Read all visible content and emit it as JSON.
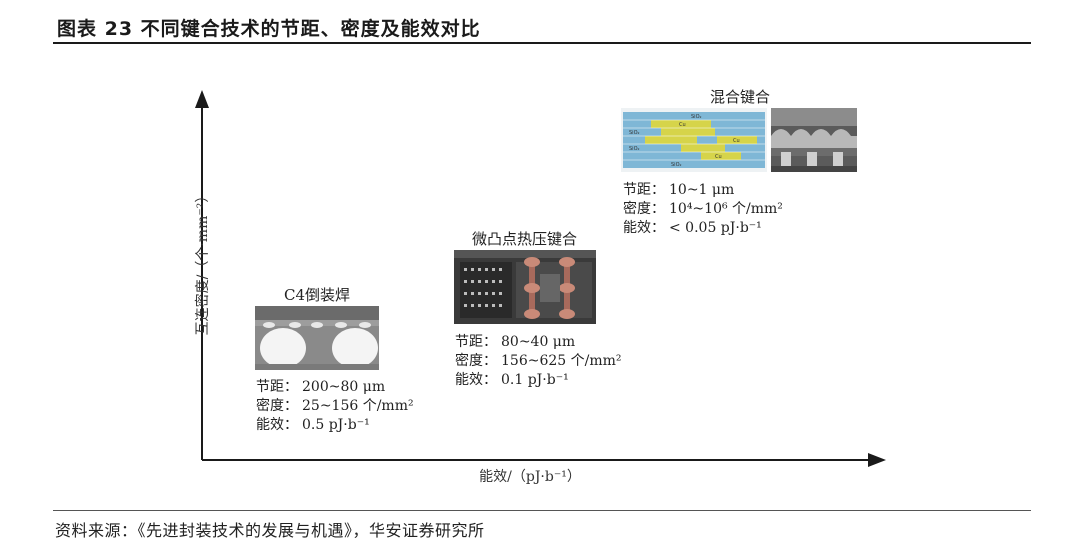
{
  "header": {
    "title": "图表 23 不同键合技术的节距、密度及能效对比"
  },
  "axes": {
    "y_label": "互连密度/（个·mm⁻²）",
    "x_label": "能效/（pJ·b⁻¹）"
  },
  "groups": [
    {
      "title": "C4倒装焊",
      "pitch_label": "节距：",
      "pitch": "200~80 μm",
      "density_label": "密度：",
      "density": "25~156 个/mm²",
      "efficiency_label": "能效：",
      "efficiency": "0.5 pJ·b⁻¹"
    },
    {
      "title": "微凸点热压键合",
      "pitch_label": "节距：",
      "pitch": "80~40 μm",
      "density_label": "密度：",
      "density": "156~625 个/mm²",
      "efficiency_label": "能效：",
      "efficiency": "0.1 pJ·b⁻¹"
    },
    {
      "title": "混合键合",
      "pitch_label": "节距：",
      "pitch": "10~1 μm",
      "density_label": "密度：",
      "density": "10⁴~10⁶ 个/mm²",
      "efficiency_label": "能效：",
      "efficiency": "< 0.05 pJ·b⁻¹"
    }
  ],
  "hybrid_layer_labels": [
    "SiO₂",
    "Cu",
    "SiO₂",
    "Cu",
    "SiO₂",
    "Cu",
    "SiO₂"
  ],
  "footer": {
    "source": "资料来源：《先进封装技术的发展与机遇》，华安证券研究所"
  },
  "colors": {
    "axis": "#1a1a1a",
    "sio2_layer": "#7fb7d6",
    "cu_layer": "#d6d44a",
    "bump_pad": "#c98a78"
  }
}
